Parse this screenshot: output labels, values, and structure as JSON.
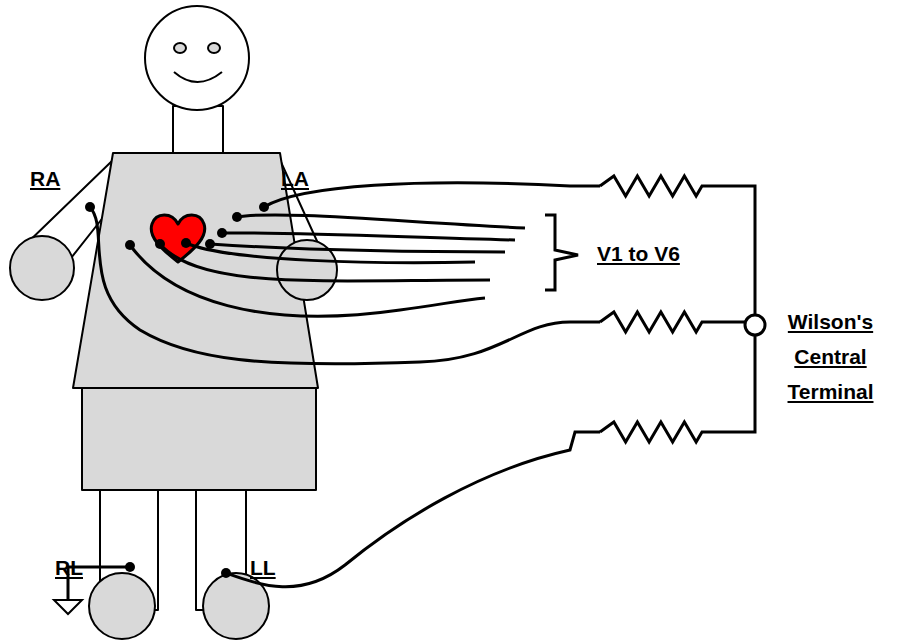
{
  "diagram": {
    "labels": [
      "RA",
      "LA",
      "V1 to V6",
      "Wilson's Central Terminal",
      "RL",
      "LL"
    ]
  }
}
